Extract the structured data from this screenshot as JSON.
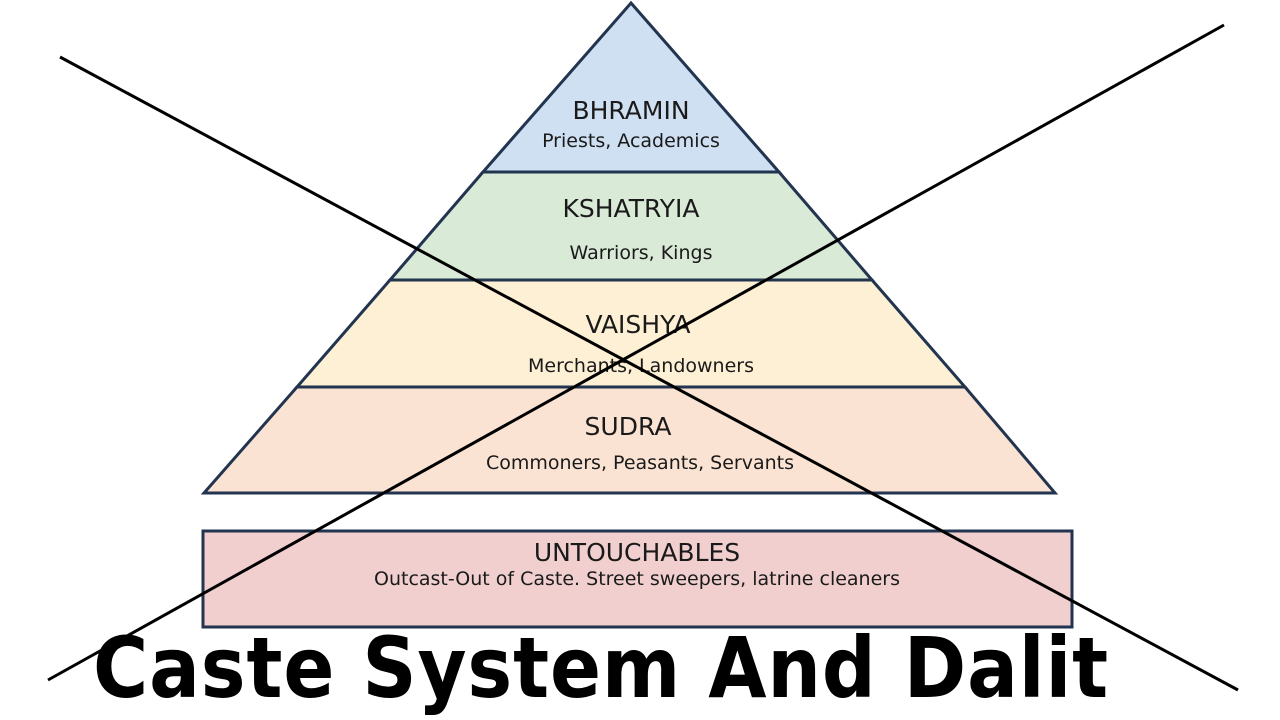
{
  "colors": {
    "outline": "#22344f",
    "cross": "#000000",
    "caption": "#000000"
  },
  "tiers": [
    {
      "name": "BHRAMIN",
      "description": "Priests, Academics",
      "fill": "#cfe0f2"
    },
    {
      "name": "KSHATRYIA",
      "description": "Warriors, Kings",
      "fill": "#d9ead6"
    },
    {
      "name": "VAISHYA",
      "description": "Merchants, Landowners",
      "fill": "#fdf0d4"
    },
    {
      "name": "SUDRA",
      "description": "Commoners, Peasants, Servants",
      "fill": "#fbe3d4"
    }
  ],
  "outcast": {
    "name": "UNTOUCHABLES",
    "description": "Outcast-Out of Caste. Street sweepers, latrine cleaners",
    "fill": "#f1cfcf"
  },
  "caption": "Caste System And Dalit"
}
